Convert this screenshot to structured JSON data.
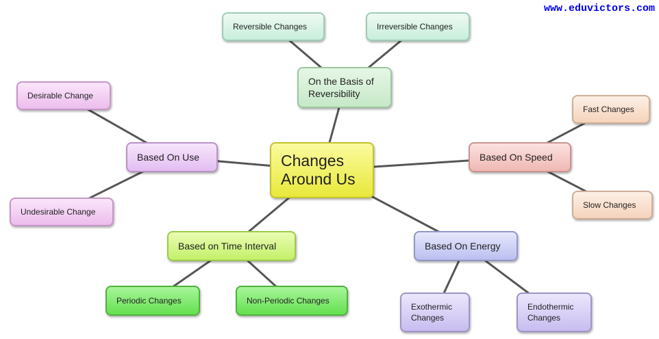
{
  "watermark": "www.eduvictors.com",
  "line_color": "#555555",
  "center": "Changes Around Us",
  "reversibility": {
    "label": "On the Basis of Reversibility",
    "children": [
      "Reversible Changes",
      "Irreversible Changes"
    ]
  },
  "use": {
    "label": "Based On Use",
    "children": [
      "Desirable Change",
      "Undesirable Change"
    ]
  },
  "speed": {
    "label": "Based On Speed",
    "children": [
      "Fast Changes",
      "Slow Changes"
    ]
  },
  "time": {
    "label": "Based on Time Interval",
    "children": [
      "Periodic Changes",
      "Non-Periodic Changes"
    ]
  },
  "energy": {
    "label": "Based On Energy",
    "children": [
      "Exothermic Changes",
      "Endothermic Changes"
    ]
  }
}
